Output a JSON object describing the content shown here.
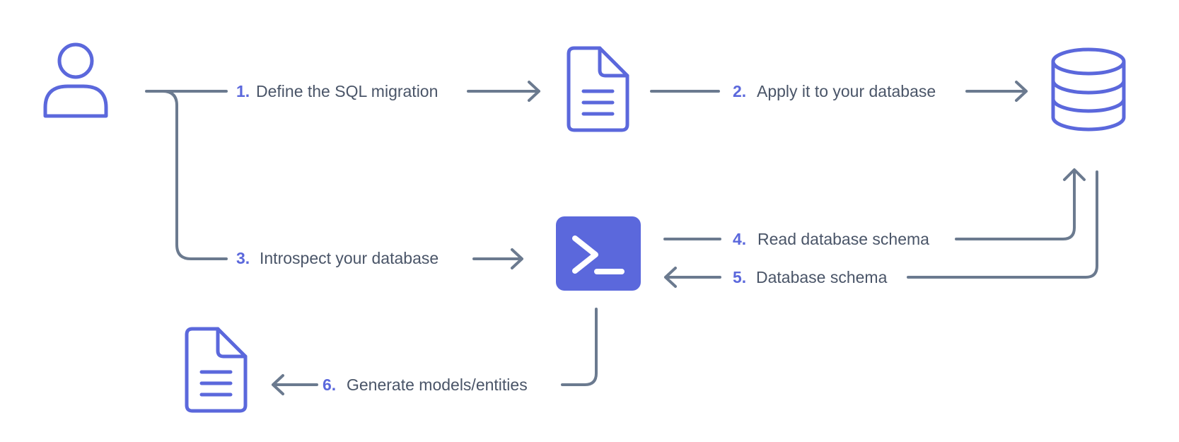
{
  "colors": {
    "accent": "#5b68dc",
    "line": "#6b7a8f",
    "text": "#4a5568",
    "background": "#ffffff"
  },
  "nodes": {
    "user": {
      "icon": "user-icon"
    },
    "migration_file": {
      "icon": "document-icon"
    },
    "database": {
      "icon": "database-icon"
    },
    "cli": {
      "icon": "terminal-icon"
    },
    "models_file": {
      "icon": "document-icon"
    }
  },
  "steps": [
    {
      "number": "1.",
      "label": "Define the SQL migration"
    },
    {
      "number": "2.",
      "label": "Apply it to your database"
    },
    {
      "number": "3.",
      "label": "Introspect your database"
    },
    {
      "number": "4.",
      "label": "Read database schema"
    },
    {
      "number": "5.",
      "label": "Database schema"
    },
    {
      "number": "6.",
      "label": "Generate models/entities"
    }
  ]
}
